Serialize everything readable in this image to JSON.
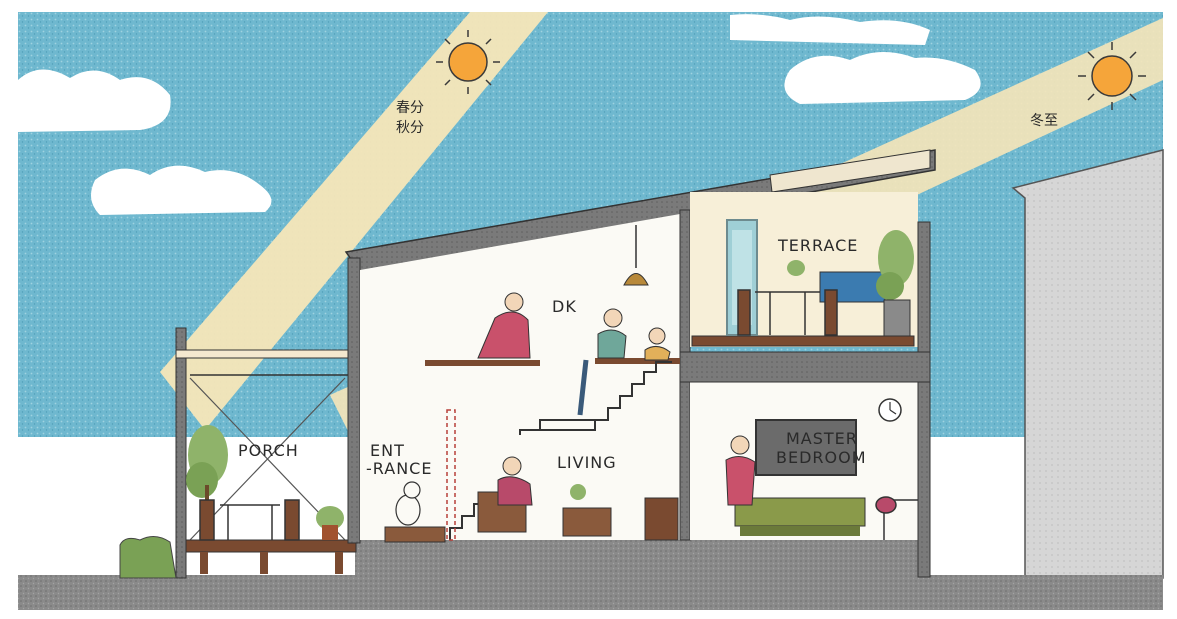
{
  "sun_labels": {
    "equinox_line1": "春分",
    "equinox_line2": "秋分",
    "winter_solstice": "冬至"
  },
  "rooms": {
    "dk": "DK",
    "terrace": "TERRACE",
    "porch": "PORCH",
    "entrance_line1": "ENT",
    "entrance_line2": "-RANCE",
    "living": "LIVING",
    "master_line1": "MASTER",
    "master_line2": "BEDROOM"
  },
  "colors": {
    "sky": "#6fb8cf",
    "cloud": "#ffffff",
    "sun": "#f5a53a",
    "sunbeam": "#f6e6b8",
    "wall": "#7d7d7d",
    "ground": "#8a8a8a",
    "floor_wood": "#7a4a30",
    "neighbor": "#d6d6d6"
  }
}
